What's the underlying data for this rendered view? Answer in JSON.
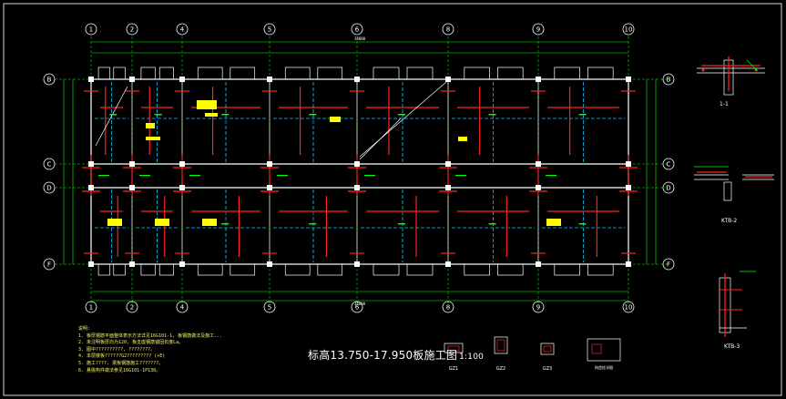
{
  "drawing": {
    "title": "标高13.750-17.950板施工图",
    "scale": "1:100",
    "total_dimension_top": "34800",
    "total_dimension_bottom": "34800"
  },
  "axes": {
    "columns": [
      "1",
      "2",
      "4",
      "5",
      "6",
      "8",
      "9",
      "10"
    ],
    "rows_left": [
      "B",
      "C",
      "D",
      "F"
    ],
    "rows_right": [
      "B",
      "C",
      "D",
      "F"
    ]
  },
  "notes": {
    "heading": "说明:",
    "lines": [
      "1. 板厚钢筋平面整体表示方法详见16G101-1, 板钢筋做法及施工...",
      "2. 未注明板厚均为120, 板支座钢筋锚固长度La。",
      "3. 图中??????????, ????????。",
      "4. 本层楼板??????G2????????? (+E)",
      "5. 施工????, 梁板钢筋施工???????。",
      "6. 悬挑构件做法参见16G101-1P130。"
    ]
  },
  "details": {
    "section_1": "1-1",
    "section_2": "KTB-2",
    "section_3": "KTB-3",
    "legend_1": "GZ1",
    "legend_2": "GZ2",
    "legend_3": "GZ3",
    "legend_4": "构造柱详图"
  },
  "colors": {
    "background": "#000000",
    "frame": "#d8d8d8",
    "axis_line": "#00ff00",
    "wall": "#ffffff",
    "rebar": "#ff2020",
    "beam": "#00c8ff",
    "annotation": "#ffff00",
    "dimension": "#00ff00"
  }
}
